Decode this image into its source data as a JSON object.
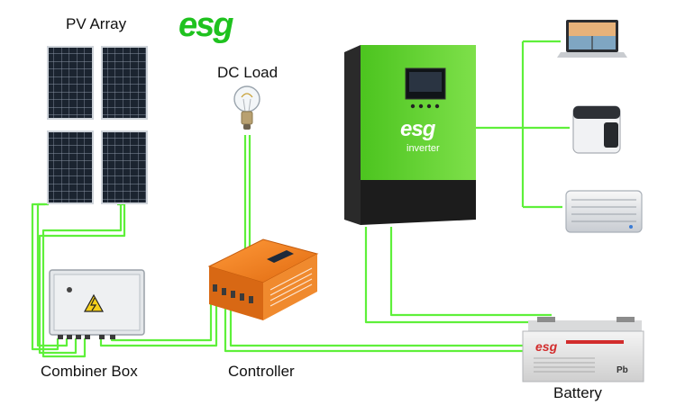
{
  "brand": {
    "logo_text": "esg",
    "inverter_word": "inverter"
  },
  "labels": {
    "pv_array": "PV Array",
    "dc_load": "DC Load",
    "combiner_box": "Combiner Box",
    "controller": "Controller",
    "battery": "Battery"
  },
  "battery_brand": "esg",
  "battery_marking": "Pb",
  "colors": {
    "wire": "#5ef03a",
    "brand_green": "#1fc21f",
    "inverter_green": "#5fd32c",
    "controller_orange": "#f07a20",
    "panel_cell": "#1b2430"
  }
}
